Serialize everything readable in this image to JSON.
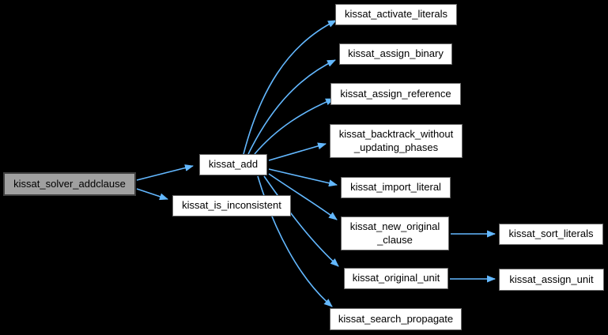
{
  "diagram": {
    "type": "call-graph",
    "background_color": "#000000",
    "edge_color": "#63b8ff",
    "node_fill": "#ffffff",
    "node_border": "#666666",
    "current_node_fill": "#a0a0a0",
    "current_node_border": "#3f3f3f",
    "text_color": "#000000"
  },
  "nodes": {
    "solver_addclause": {
      "label": "kissat_solver_addclause",
      "current": true
    },
    "add": {
      "label": "kissat_add"
    },
    "is_inconsistent": {
      "label": "kissat_is_inconsistent"
    },
    "activate_literals": {
      "label": "kissat_activate_literals"
    },
    "assign_binary": {
      "label": "kissat_assign_binary"
    },
    "assign_reference": {
      "label": "kissat_assign_reference"
    },
    "backtrack_without_updating_phases": {
      "label": "kissat_backtrack_without\n_updating_phases"
    },
    "import_literal": {
      "label": "kissat_import_literal"
    },
    "new_original_clause": {
      "label": "kissat_new_original\n_clause"
    },
    "original_unit": {
      "label": "kissat_original_unit"
    },
    "search_propagate": {
      "label": "kissat_search_propagate"
    },
    "sort_literals": {
      "label": "kissat_sort_literals"
    },
    "assign_unit": {
      "label": "kissat_assign_unit"
    }
  },
  "edges": [
    {
      "from": "kissat_solver_addclause",
      "to": "kissat_add"
    },
    {
      "from": "kissat_solver_addclause",
      "to": "kissat_is_inconsistent"
    },
    {
      "from": "kissat_add",
      "to": "kissat_activate_literals"
    },
    {
      "from": "kissat_add",
      "to": "kissat_assign_binary"
    },
    {
      "from": "kissat_add",
      "to": "kissat_assign_reference"
    },
    {
      "from": "kissat_add",
      "to": "kissat_backtrack_without_updating_phases"
    },
    {
      "from": "kissat_add",
      "to": "kissat_import_literal"
    },
    {
      "from": "kissat_add",
      "to": "kissat_new_original_clause"
    },
    {
      "from": "kissat_add",
      "to": "kissat_original_unit"
    },
    {
      "from": "kissat_add",
      "to": "kissat_search_propagate"
    },
    {
      "from": "kissat_new_original_clause",
      "to": "kissat_sort_literals"
    },
    {
      "from": "kissat_original_unit",
      "to": "kissat_assign_unit"
    }
  ]
}
